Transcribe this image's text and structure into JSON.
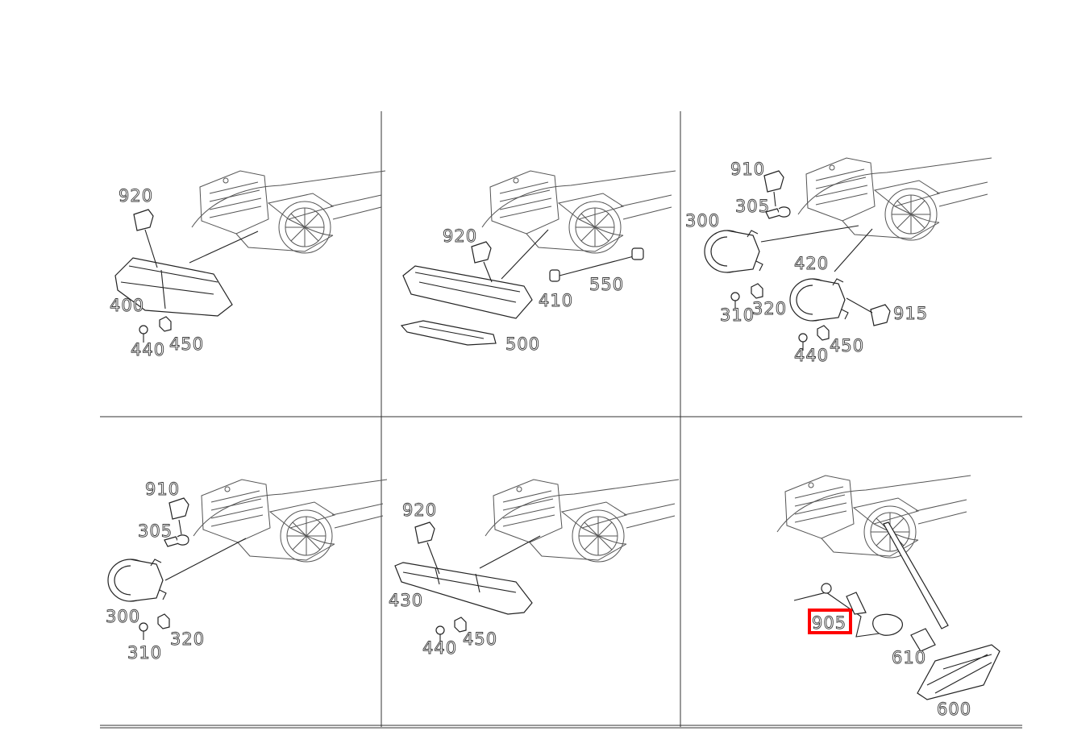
{
  "highlight_color": "#ff0000",
  "panels": [
    {
      "id": "p1",
      "callouts": [
        "920",
        "400",
        "440",
        "450"
      ]
    },
    {
      "id": "p2",
      "callouts": [
        "920",
        "410",
        "550",
        "500"
      ]
    },
    {
      "id": "p3",
      "callouts": [
        "910",
        "305",
        "300",
        "420",
        "310",
        "320",
        "915",
        "440",
        "450"
      ]
    },
    {
      "id": "p4",
      "callouts": [
        "910",
        "305",
        "300",
        "320",
        "310"
      ]
    },
    {
      "id": "p5",
      "callouts": [
        "920",
        "430",
        "440",
        "450"
      ]
    },
    {
      "id": "p6",
      "callouts": [
        "905",
        "610",
        "600"
      ],
      "highlighted": "905"
    }
  ]
}
